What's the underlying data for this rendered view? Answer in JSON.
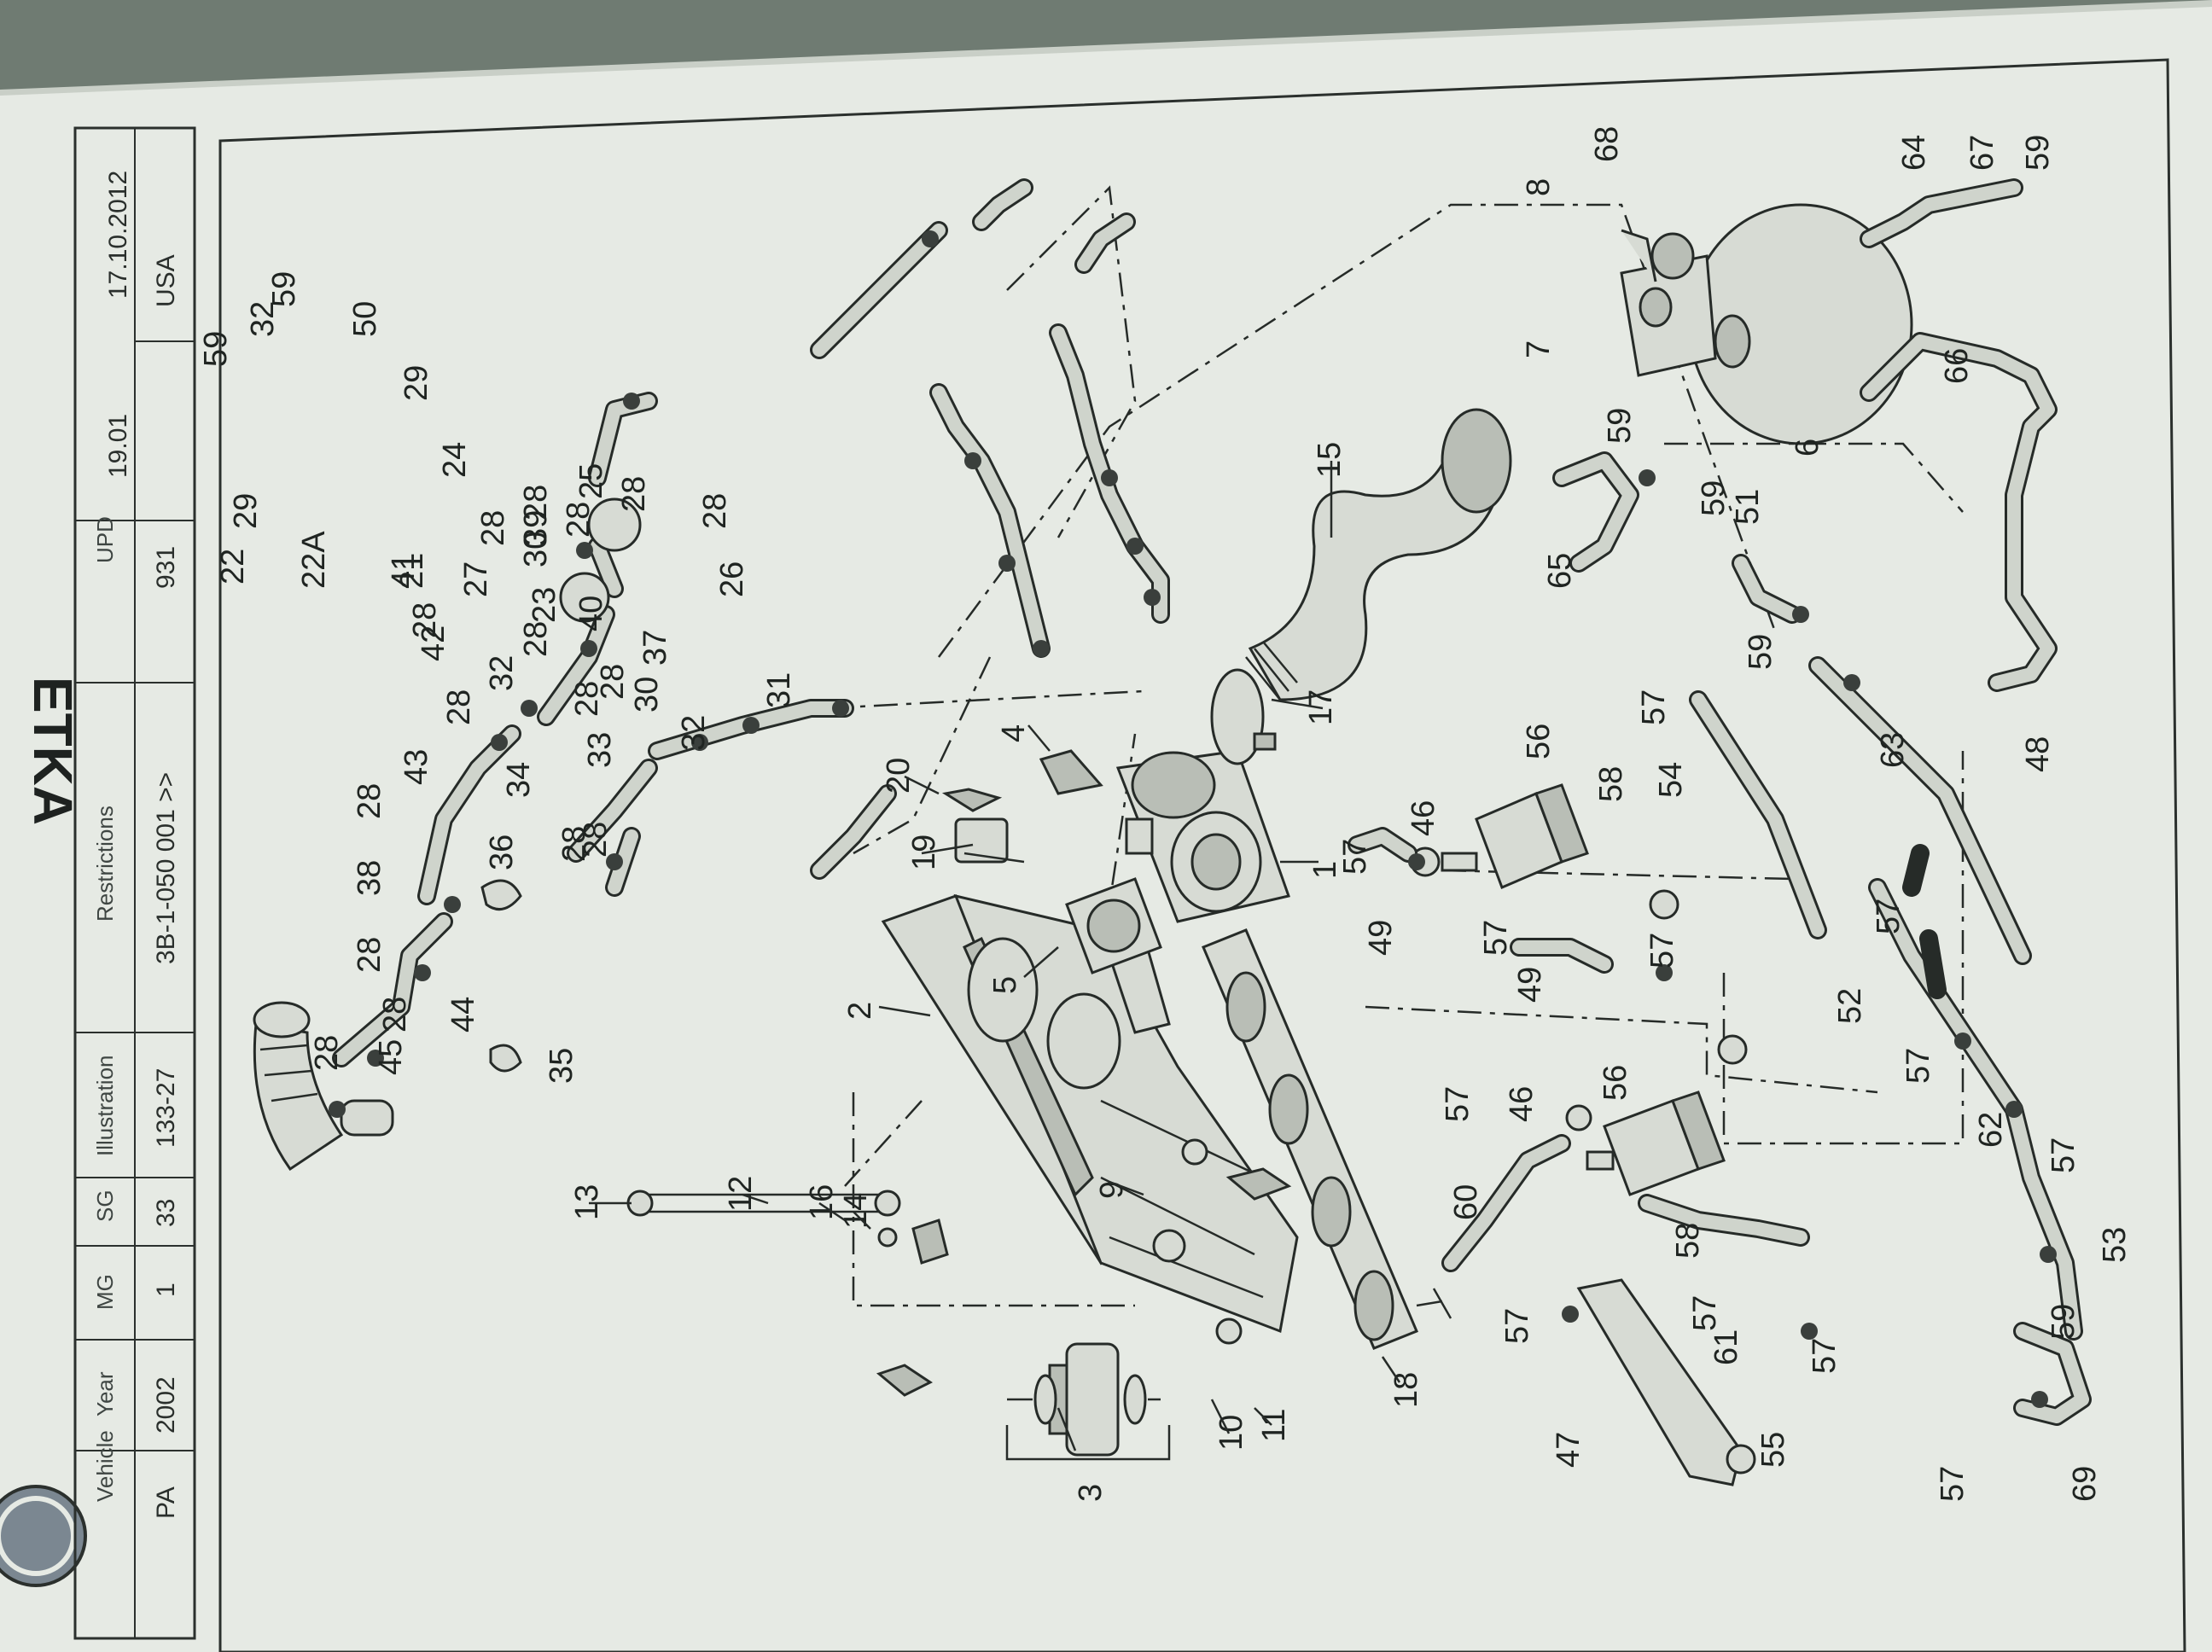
{
  "header": {
    "title": "ETKA",
    "columns": [
      {
        "label": "Vehicle",
        "value": "PA"
      },
      {
        "label": "Year",
        "value": "2002"
      },
      {
        "label": "MG",
        "value": "1"
      },
      {
        "label": "SG",
        "value": "33"
      },
      {
        "label": "Illustration",
        "value": "133-27"
      },
      {
        "label": "Restrictions",
        "value": "3B-1-050 001 >>"
      },
      {
        "label": "UPD",
        "value": "931"
      },
      {
        "label": "",
        "value": "19.01"
      },
      {
        "label": "",
        "value": "17.10.2012"
      },
      {
        "label": "",
        "value": "USA"
      }
    ]
  },
  "callouts": [
    {
      "id": "c3",
      "text": "3"
    },
    {
      "id": "c10",
      "text": "10"
    },
    {
      "id": "c11",
      "text": "11"
    },
    {
      "id": "c18",
      "text": "18"
    },
    {
      "id": "c13",
      "text": "13"
    },
    {
      "id": "c12",
      "text": "12"
    },
    {
      "id": "c16",
      "text": "16"
    },
    {
      "id": "c14",
      "text": "14"
    },
    {
      "id": "c9",
      "text": "9"
    },
    {
      "id": "c2",
      "text": "2"
    },
    {
      "id": "c5",
      "text": "5"
    },
    {
      "id": "c1",
      "text": "1"
    },
    {
      "id": "c19",
      "text": "19"
    },
    {
      "id": "c20",
      "text": "20"
    },
    {
      "id": "c4",
      "text": "4"
    },
    {
      "id": "c17",
      "text": "17"
    },
    {
      "id": "c15",
      "text": "15"
    },
    {
      "id": "c35",
      "text": "35"
    },
    {
      "id": "c36",
      "text": "36"
    },
    {
      "id": "c28a",
      "text": "28"
    },
    {
      "id": "c45",
      "text": "45"
    },
    {
      "id": "c28b",
      "text": "28"
    },
    {
      "id": "c44",
      "text": "44"
    },
    {
      "id": "c28c",
      "text": "28"
    },
    {
      "id": "c38",
      "text": "38"
    },
    {
      "id": "c28d",
      "text": "28"
    },
    {
      "id": "c43",
      "text": "43"
    },
    {
      "id": "c28e",
      "text": "28"
    },
    {
      "id": "c32a",
      "text": "32"
    },
    {
      "id": "c28f",
      "text": "28"
    },
    {
      "id": "c34",
      "text": "34"
    },
    {
      "id": "c30a",
      "text": "30"
    },
    {
      "id": "c37",
      "text": "37"
    },
    {
      "id": "c40",
      "text": "40"
    },
    {
      "id": "c28g",
      "text": "28"
    },
    {
      "id": "c39",
      "text": "39"
    },
    {
      "id": "c28h",
      "text": "28"
    },
    {
      "id": "c41",
      "text": "41"
    },
    {
      "id": "c28i",
      "text": "28"
    },
    {
      "id": "c42",
      "text": "42"
    },
    {
      "id": "c28j",
      "text": "28"
    },
    {
      "id": "c33",
      "text": "33"
    },
    {
      "id": "c28k",
      "text": "28"
    },
    {
      "id": "c32b",
      "text": "32"
    },
    {
      "id": "c28l",
      "text": "28"
    },
    {
      "id": "c31",
      "text": "31"
    },
    {
      "id": "c28m",
      "text": "28"
    },
    {
      "id": "c50",
      "text": "50"
    },
    {
      "id": "c59a",
      "text": "59"
    },
    {
      "id": "c32c",
      "text": "32"
    },
    {
      "id": "c59b",
      "text": "59"
    },
    {
      "id": "c29a",
      "text": "29"
    },
    {
      "id": "c24",
      "text": "24"
    },
    {
      "id": "c28n",
      "text": "28"
    },
    {
      "id": "c25",
      "text": "25"
    },
    {
      "id": "c28o",
      "text": "28"
    },
    {
      "id": "c28p",
      "text": "28"
    },
    {
      "id": "c26",
      "text": "26"
    },
    {
      "id": "c29b",
      "text": "29"
    },
    {
      "id": "c22",
      "text": "22"
    },
    {
      "id": "c22A",
      "text": "22A"
    },
    {
      "id": "c21",
      "text": "21"
    },
    {
      "id": "c27",
      "text": "27"
    },
    {
      "id": "c30b",
      "text": "30"
    },
    {
      "id": "c23",
      "text": "23"
    },
    {
      "id": "c8",
      "text": "8"
    },
    {
      "id": "c68",
      "text": "68"
    },
    {
      "id": "c7",
      "text": "7"
    },
    {
      "id": "c6",
      "text": "6"
    },
    {
      "id": "c64",
      "text": "64"
    },
    {
      "id": "c67",
      "text": "67"
    },
    {
      "id": "c59c",
      "text": "59"
    },
    {
      "id": "c66",
      "text": "66"
    },
    {
      "id": "c65",
      "text": "65"
    },
    {
      "id": "c59d",
      "text": "59"
    },
    {
      "id": "c59e",
      "text": "59"
    },
    {
      "id": "c51",
      "text": "51"
    },
    {
      "id": "c59f",
      "text": "59"
    },
    {
      "id": "c48",
      "text": "48"
    },
    {
      "id": "c57a",
      "text": "57"
    },
    {
      "id": "c63",
      "text": "63"
    },
    {
      "id": "c56a",
      "text": "56"
    },
    {
      "id": "c58a",
      "text": "58"
    },
    {
      "id": "c54",
      "text": "54"
    },
    {
      "id": "c46a",
      "text": "46"
    },
    {
      "id": "c57b",
      "text": "57"
    },
    {
      "id": "c49a",
      "text": "49"
    },
    {
      "id": "c57c",
      "text": "57"
    },
    {
      "id": "c49b",
      "text": "49"
    },
    {
      "id": "c57d",
      "text": "57"
    },
    {
      "id": "c57e",
      "text": "57"
    },
    {
      "id": "c52",
      "text": "52"
    },
    {
      "id": "c57f",
      "text": "57"
    },
    {
      "id": "c62",
      "text": "62"
    },
    {
      "id": "c57g",
      "text": "57"
    },
    {
      "id": "c53",
      "text": "53"
    },
    {
      "id": "c60",
      "text": "60"
    },
    {
      "id": "c57h",
      "text": "57"
    },
    {
      "id": "c46b",
      "text": "46"
    },
    {
      "id": "c56b",
      "text": "56"
    },
    {
      "id": "c58b",
      "text": "58"
    },
    {
      "id": "c57i",
      "text": "57"
    },
    {
      "id": "c61",
      "text": "61"
    },
    {
      "id": "c57j",
      "text": "57"
    },
    {
      "id": "c57k",
      "text": "57"
    },
    {
      "id": "c59g",
      "text": "59"
    },
    {
      "id": "c47",
      "text": "47"
    },
    {
      "id": "c55",
      "text": "55"
    },
    {
      "id": "c57l",
      "text": "57"
    },
    {
      "id": "c69",
      "text": "69"
    }
  ]
}
